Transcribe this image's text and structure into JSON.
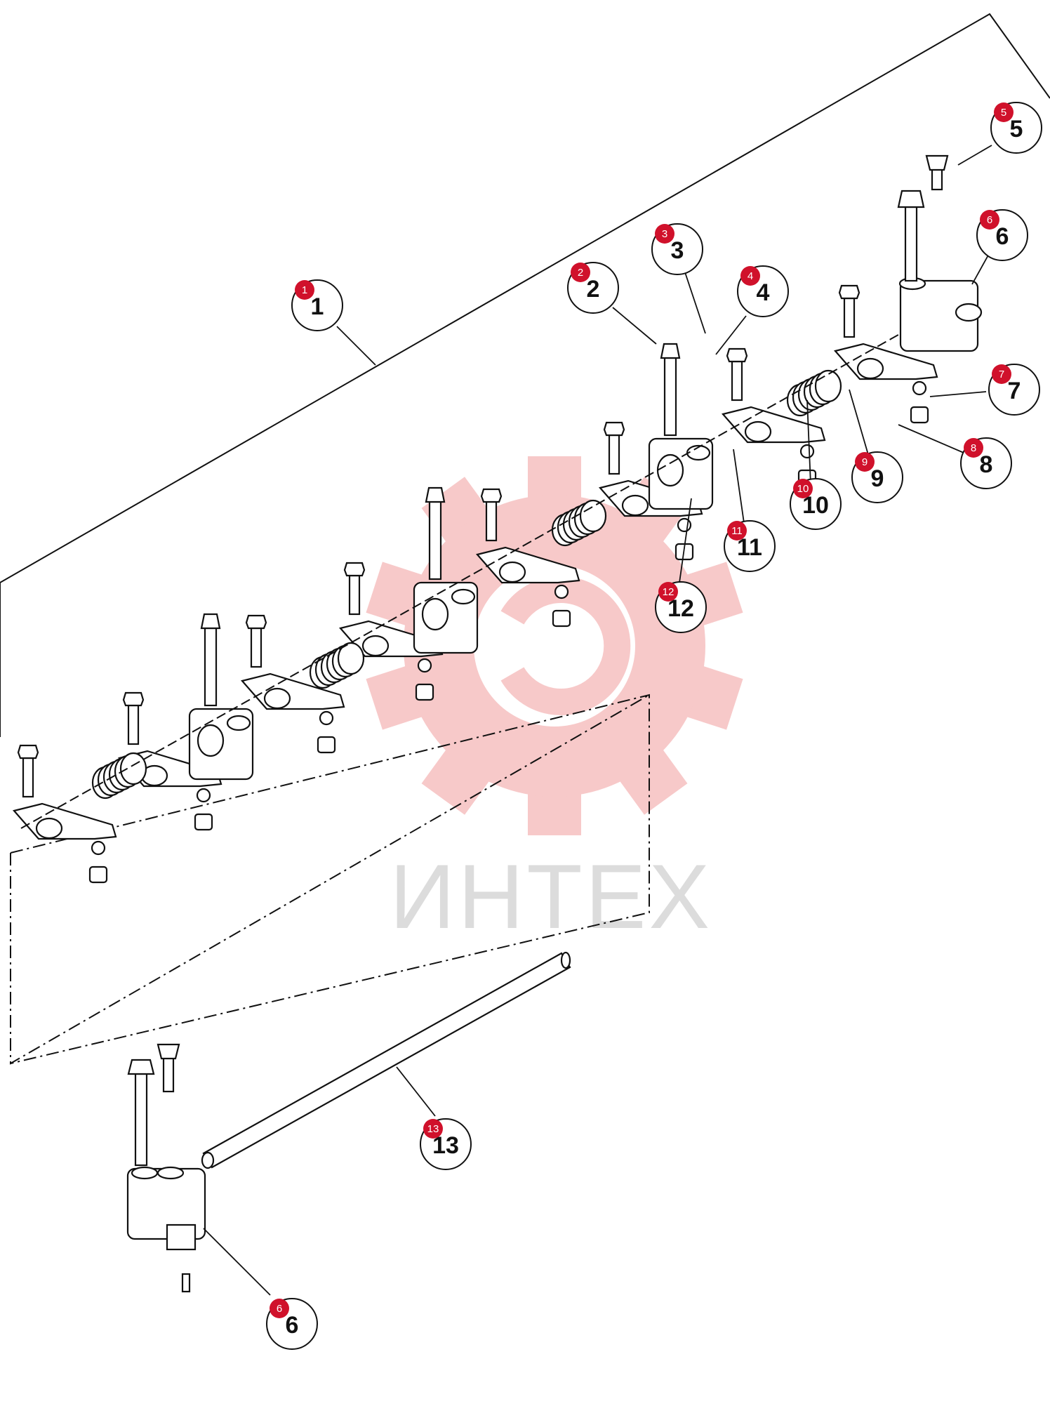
{
  "watermark": {
    "text": "ИНТЕХ",
    "gear_color": "#f7c9c9"
  },
  "badge_color": "#d0112b",
  "callouts": [
    {
      "id": "c1",
      "number": "1",
      "badge": "1"
    },
    {
      "id": "c2",
      "number": "2",
      "badge": "2"
    },
    {
      "id": "c3",
      "number": "3",
      "badge": "3"
    },
    {
      "id": "c4",
      "number": "4",
      "badge": "4"
    },
    {
      "id": "c5",
      "number": "5",
      "badge": "5"
    },
    {
      "id": "c6a",
      "number": "6",
      "badge": "6"
    },
    {
      "id": "c7",
      "number": "7",
      "badge": "7"
    },
    {
      "id": "c8",
      "number": "8",
      "badge": "8"
    },
    {
      "id": "c9",
      "number": "9",
      "badge": "9"
    },
    {
      "id": "c10",
      "number": "10",
      "badge": "10"
    },
    {
      "id": "c11",
      "number": "11",
      "badge": "11"
    },
    {
      "id": "c12",
      "number": "12",
      "badge": "12"
    },
    {
      "id": "c13",
      "number": "13",
      "badge": "13"
    },
    {
      "id": "c6b",
      "number": "6",
      "badge": "6"
    }
  ]
}
